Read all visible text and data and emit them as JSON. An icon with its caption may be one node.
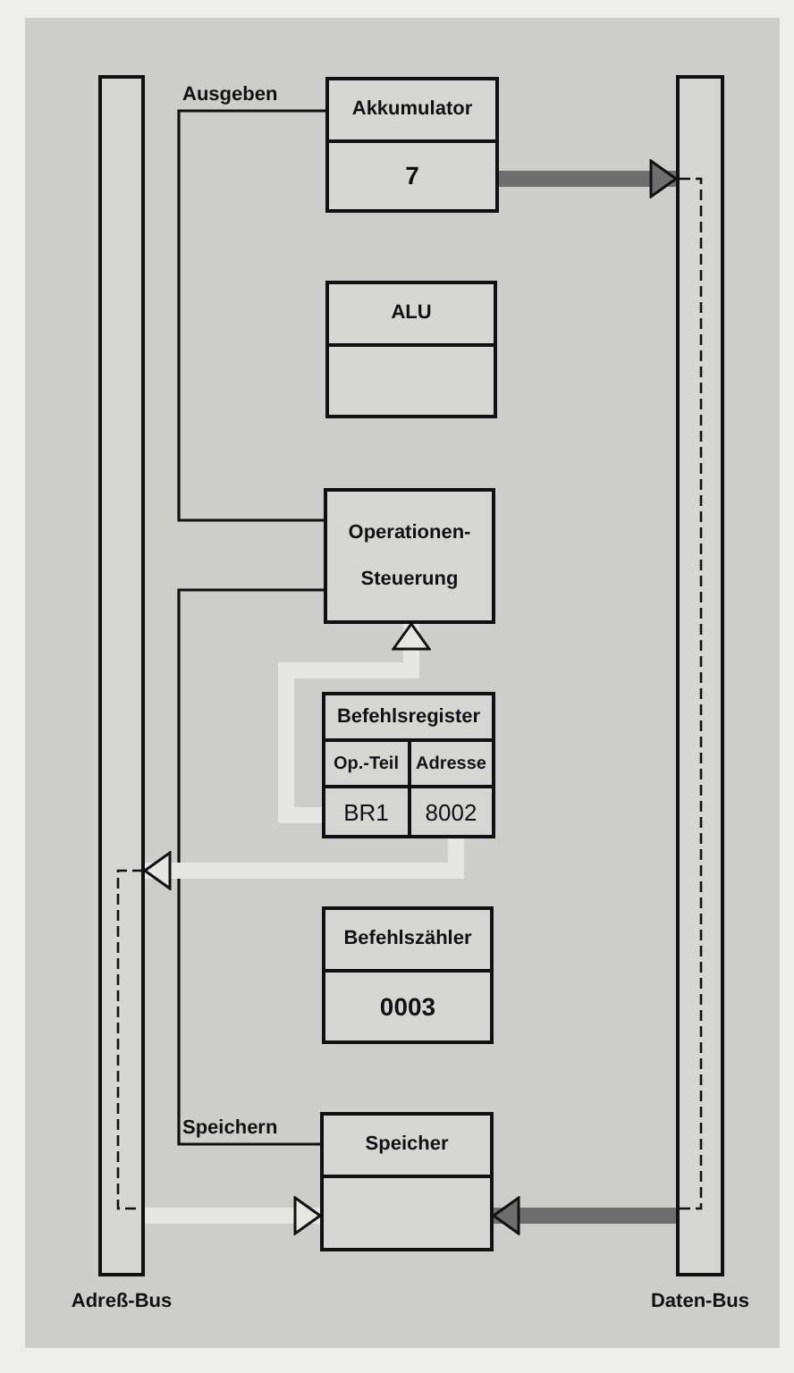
{
  "diagram": {
    "nodes": [
      {
        "text": [
          "Adreß-Bus"
        ]
      },
      {
        "text": [
          "Daten-Bus"
        ]
      },
      {
        "text": [
          "Akkumulator",
          "7"
        ]
      },
      {
        "text": [
          "ALU"
        ]
      },
      {
        "text": [
          "Operationen- Steuerung"
        ]
      },
      {
        "text": [
          "Befehlsregister",
          "Op.-Teil",
          "Adresse",
          "BR1",
          "8002"
        ]
      },
      {
        "text": [
          "Befehlszähler",
          "0003"
        ]
      },
      {
        "text": [
          "Speicher"
        ]
      }
    ],
    "edges": [
      {
        "from": 4,
        "to": 2,
        "arrow": "none",
        "label": "Ausgeben",
        "color": "#111111"
      },
      {
        "from": 4,
        "to": 7,
        "arrow": "none",
        "label": "Speichern",
        "color": "#111111"
      },
      {
        "from": 2,
        "to": 1,
        "arrow": "to",
        "color": "#6e6e6e"
      },
      {
        "from": 5,
        "to": 4,
        "arrow": "to"
      },
      {
        "from": 5,
        "to": 0,
        "arrow": "to"
      },
      {
        "from": 0,
        "to": 7,
        "arrow": "to"
      },
      {
        "from": 1,
        "to": 7,
        "arrow": "to",
        "color": "#6e6e6e"
      }
    ]
  }
}
